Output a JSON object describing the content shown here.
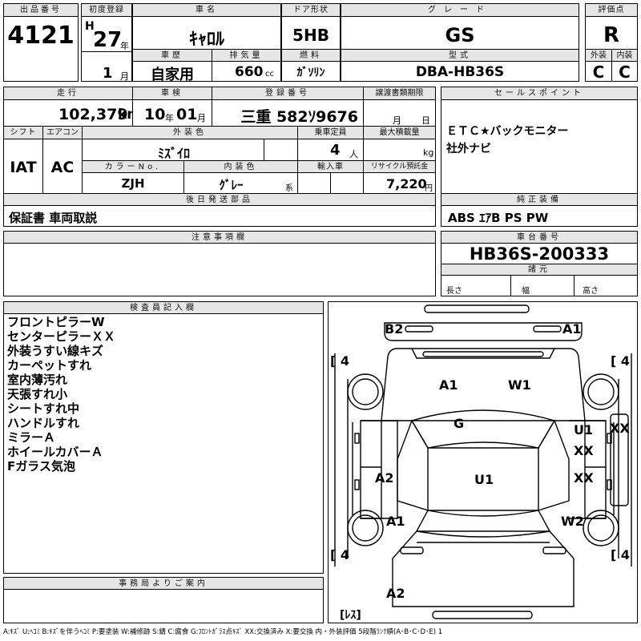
{
  "lot": {
    "label": "出品番号",
    "value": "4121"
  },
  "first_reg": {
    "label": "初度登録",
    "era": "H",
    "year": "27",
    "year_unit": "年",
    "month": "1",
    "month_unit": "月"
  },
  "car_name": {
    "label": "車名",
    "value": "ｷｬﾛﾙ"
  },
  "door": {
    "label": "ドア形状",
    "value": "5HB"
  },
  "grade": {
    "label": "グレード",
    "value": "GS"
  },
  "score": {
    "label": "評価点",
    "value": "R"
  },
  "history": {
    "label": "車歴",
    "value": "自家用"
  },
  "displacement": {
    "label": "排気量",
    "value": "660",
    "unit": "cc"
  },
  "fuel": {
    "label": "燃料",
    "value": "ｶﾞｿﾘﾝ"
  },
  "model": {
    "label": "型式",
    "value": "DBA-HB36S"
  },
  "exterior": {
    "label": "外装",
    "value": "C"
  },
  "interior": {
    "label": "内装",
    "value": "C"
  },
  "mileage": {
    "label": "走行",
    "value": "102,379",
    "unit": "km"
  },
  "inspection": {
    "label": "車検",
    "year": "10",
    "year_unit": "年",
    "month": "01",
    "month_unit": "月"
  },
  "plate": {
    "label": "登録番号",
    "value": "三重 582ｿ9676"
  },
  "transfer": {
    "label": "譲渡書類期限",
    "month_unit": "月",
    "day_unit": "日"
  },
  "sales_point": {
    "label": "セールスポイント",
    "lines": [
      "ＥＴＣ★バックモニター",
      "社外ナビ"
    ]
  },
  "shift": {
    "label": "シフト",
    "value": "IAT"
  },
  "aircon": {
    "label": "エアコン",
    "value": "AC"
  },
  "ext_color": {
    "label": "外装色",
    "value": "ﾐｽﾞｲﾛ"
  },
  "capacity": {
    "label": "乗車定員",
    "value": "4",
    "unit": "人"
  },
  "max_load": {
    "label": "最大積載量",
    "unit": "kg"
  },
  "color_no": {
    "label": "カラーNo.",
    "value": "ZJH"
  },
  "int_color": {
    "label": "内装色",
    "value": "ｸﾞﾚｰ",
    "unit": "系"
  },
  "import": {
    "label": "輸入車"
  },
  "recycle": {
    "label": "リサイクル預託金",
    "value": "7,220",
    "unit": "円"
  },
  "later_parts": {
    "label": "後日発送部品",
    "value": "保証書 車両取説"
  },
  "genuine": {
    "label": "純正装備",
    "value": "ABS ｴｱB PS PW"
  },
  "notes": {
    "label": "注意事項欄"
  },
  "chassis": {
    "label": "車台番号",
    "value": "HB36S-200333"
  },
  "dims": {
    "label": "諸元",
    "length": "長さ",
    "width": "幅",
    "height": "高さ"
  },
  "inspector": {
    "label": "検査員記入欄",
    "items": [
      "フロントピラーW",
      "センターピラーＸＸ",
      "外装うすい線キズ",
      "カーペットすれ",
      "室内薄汚れ",
      "天張すれ小",
      "シートすれ中",
      "ハンドルすれ",
      "ミラーＡ",
      "ホイールカバーＡ",
      "Fガラス気泡"
    ]
  },
  "office": {
    "label": "事務局よりご案内"
  },
  "diagram": {
    "marks": {
      "b2": "B2",
      "a1_top": "A1",
      "a1_hood_left": "A1",
      "w1_hood": "W1",
      "g": "G",
      "u1_right": "U1",
      "xx_right_top": "XX",
      "xx_far_right": "XX",
      "a2_left": "A2",
      "u1_center": "U1",
      "xx_right_bottom": "XX",
      "a1_bottom_left": "A1",
      "w2": "W2",
      "a2_bottom": "A2"
    },
    "tires": {
      "fl": "[ 4",
      "fr": "[ 4",
      "rl": "[ 4",
      "rr": "[ 4"
    },
    "spare": "[ﾚｽ]"
  },
  "legend": "A:ｷｽﾞ U:ﾍｺﾐ B:ｷｽﾞを伴うﾍｺﾐ P:要塗装 W:補修跡 S:錆 C:腐食 G:ﾌﾛﾝﾄｶﾞﾗｽ点ｷｽﾞ XX:交換済み X:要交換 内・外装評価 5段階ﾗﾝｸ順(A･B･C･D･E) 1"
}
